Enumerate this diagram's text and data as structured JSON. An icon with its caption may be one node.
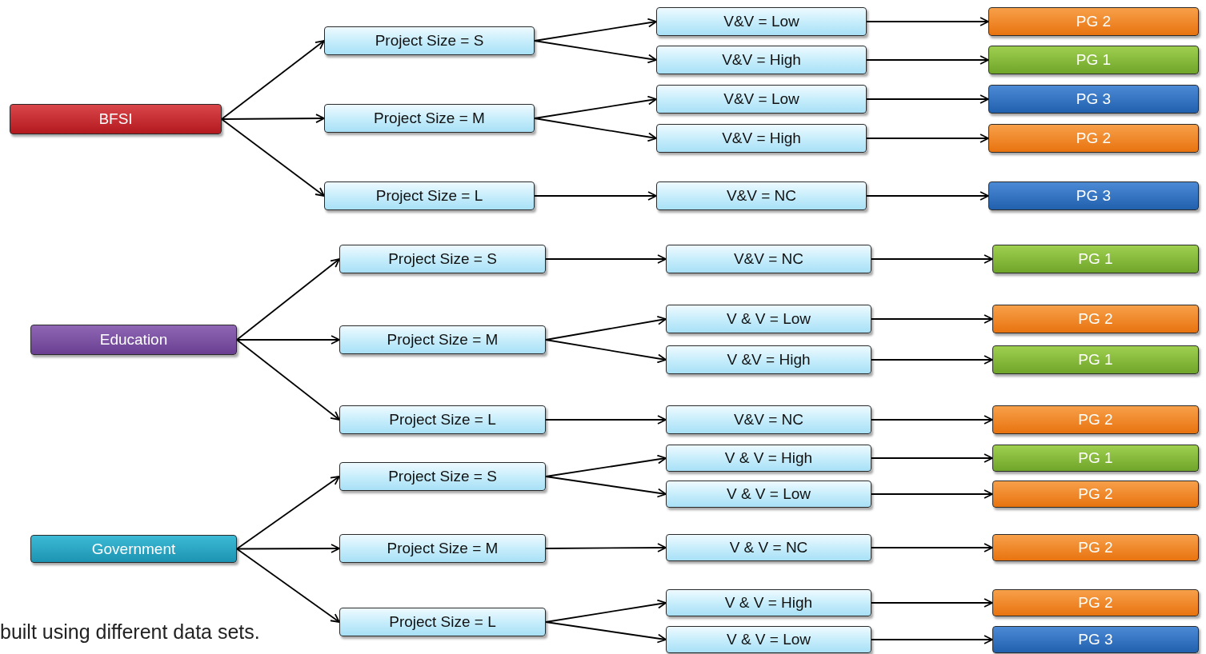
{
  "diagram": {
    "nodes": [
      {
        "text": [
          "BFSI"
        ]
      },
      {
        "text": [
          "Project Size = S"
        ]
      },
      {
        "text": [
          "Project Size = M"
        ]
      },
      {
        "text": [
          "Project Size = L"
        ]
      },
      {
        "text": [
          "V&V = Low"
        ]
      },
      {
        "text": [
          "V&V = High"
        ]
      },
      {
        "text": [
          "V&V = Low"
        ]
      },
      {
        "text": [
          "V&V = High"
        ]
      },
      {
        "text": [
          "V&V = NC"
        ]
      },
      {
        "text": [
          "PG 2"
        ]
      },
      {
        "text": [
          "PG 1"
        ]
      },
      {
        "text": [
          "PG 3"
        ]
      },
      {
        "text": [
          "PG 2"
        ]
      },
      {
        "text": [
          "PG 3"
        ]
      },
      {
        "text": [
          "Education"
        ]
      },
      {
        "text": [
          "Project Size = S"
        ]
      },
      {
        "text": [
          "Project Size = M"
        ]
      },
      {
        "text": [
          "Project Size = L"
        ]
      },
      {
        "text": [
          "V&V = NC"
        ]
      },
      {
        "text": [
          "V & V = Low"
        ]
      },
      {
        "text": [
          "V &V = High"
        ]
      },
      {
        "text": [
          "V&V = NC"
        ]
      },
      {
        "text": [
          "PG 1"
        ]
      },
      {
        "text": [
          "PG 2"
        ]
      },
      {
        "text": [
          "PG 1"
        ]
      },
      {
        "text": [
          "PG 2"
        ]
      },
      {
        "text": [
          "Government"
        ]
      },
      {
        "text": [
          "Project Size = S"
        ]
      },
      {
        "text": [
          "Project Size = M"
        ]
      },
      {
        "text": [
          "Project Size = L"
        ]
      },
      {
        "text": [
          "V & V = High"
        ]
      },
      {
        "text": [
          "V & V = Low"
        ]
      },
      {
        "text": [
          "V & V = NC"
        ]
      },
      {
        "text": [
          "V & V = High"
        ]
      },
      {
        "text": [
          "V & V = Low"
        ]
      },
      {
        "text": [
          "PG 1"
        ]
      },
      {
        "text": [
          "PG 2"
        ]
      },
      {
        "text": [
          "PG 2"
        ]
      },
      {
        "text": [
          "PG 2"
        ]
      },
      {
        "text": [
          "PG 3"
        ]
      }
    ],
    "edges": [
      {
        "from": 0,
        "to": 1,
        "arrow": "to"
      },
      {
        "from": 0,
        "to": 2,
        "arrow": "to"
      },
      {
        "from": 0,
        "to": 3,
        "arrow": "to"
      },
      {
        "from": 1,
        "to": 4,
        "arrow": "to"
      },
      {
        "from": 1,
        "to": 5,
        "arrow": "to"
      },
      {
        "from": 2,
        "to": 6,
        "arrow": "to"
      },
      {
        "from": 2,
        "to": 7,
        "arrow": "to"
      },
      {
        "from": 3,
        "to": 8,
        "arrow": "to"
      },
      {
        "from": 4,
        "to": 9,
        "arrow": "to"
      },
      {
        "from": 5,
        "to": 10,
        "arrow": "to"
      },
      {
        "from": 6,
        "to": 11,
        "arrow": "to"
      },
      {
        "from": 7,
        "to": 12,
        "arrow": "to"
      },
      {
        "from": 8,
        "to": 13,
        "arrow": "to"
      },
      {
        "from": 14,
        "to": 15,
        "arrow": "to"
      },
      {
        "from": 14,
        "to": 16,
        "arrow": "to"
      },
      {
        "from": 14,
        "to": 17,
        "arrow": "to"
      },
      {
        "from": 15,
        "to": 18,
        "arrow": "to"
      },
      {
        "from": 16,
        "to": 19,
        "arrow": "to"
      },
      {
        "from": 16,
        "to": 20,
        "arrow": "to"
      },
      {
        "from": 17,
        "to": 21,
        "arrow": "to"
      },
      {
        "from": 18,
        "to": 22,
        "arrow": "to"
      },
      {
        "from": 19,
        "to": 23,
        "arrow": "to"
      },
      {
        "from": 20,
        "to": 24,
        "arrow": "to"
      },
      {
        "from": 21,
        "to": 25,
        "arrow": "to"
      },
      {
        "from": 26,
        "to": 27,
        "arrow": "to"
      },
      {
        "from": 26,
        "to": 28,
        "arrow": "to"
      },
      {
        "from": 26,
        "to": 29,
        "arrow": "to"
      },
      {
        "from": 27,
        "to": 30,
        "arrow": "to"
      },
      {
        "from": 27,
        "to": 31,
        "arrow": "to"
      },
      {
        "from": 28,
        "to": 32,
        "arrow": "to"
      },
      {
        "from": 29,
        "to": 33,
        "arrow": "to"
      },
      {
        "from": 29,
        "to": 34,
        "arrow": "to"
      },
      {
        "from": 30,
        "to": 35,
        "arrow": "to"
      },
      {
        "from": 31,
        "to": 36,
        "arrow": "to"
      },
      {
        "from": 32,
        "to": 37,
        "arrow": "to"
      },
      {
        "from": 33,
        "to": 38,
        "arrow": "to"
      },
      {
        "from": 34,
        "to": 39,
        "arrow": "to"
      }
    ],
    "labels": [
      "built using different data sets."
    ]
  }
}
